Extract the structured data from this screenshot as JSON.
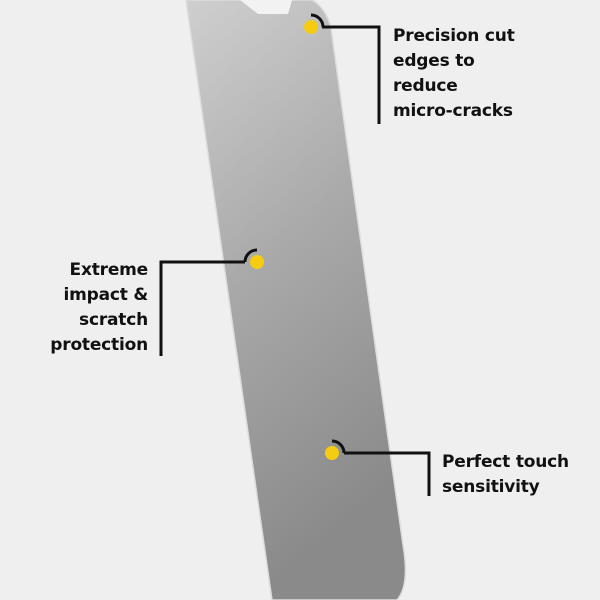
{
  "accent_color": "#f5cc12",
  "callouts": [
    {
      "lines": [
        "Precision cut",
        "edges to",
        "reduce",
        "micro-cracks"
      ]
    },
    {
      "lines": [
        "Extreme",
        "impact &",
        "scratch",
        "protection"
      ]
    },
    {
      "lines": [
        "Perfect touch",
        "sensitivity"
      ]
    }
  ]
}
